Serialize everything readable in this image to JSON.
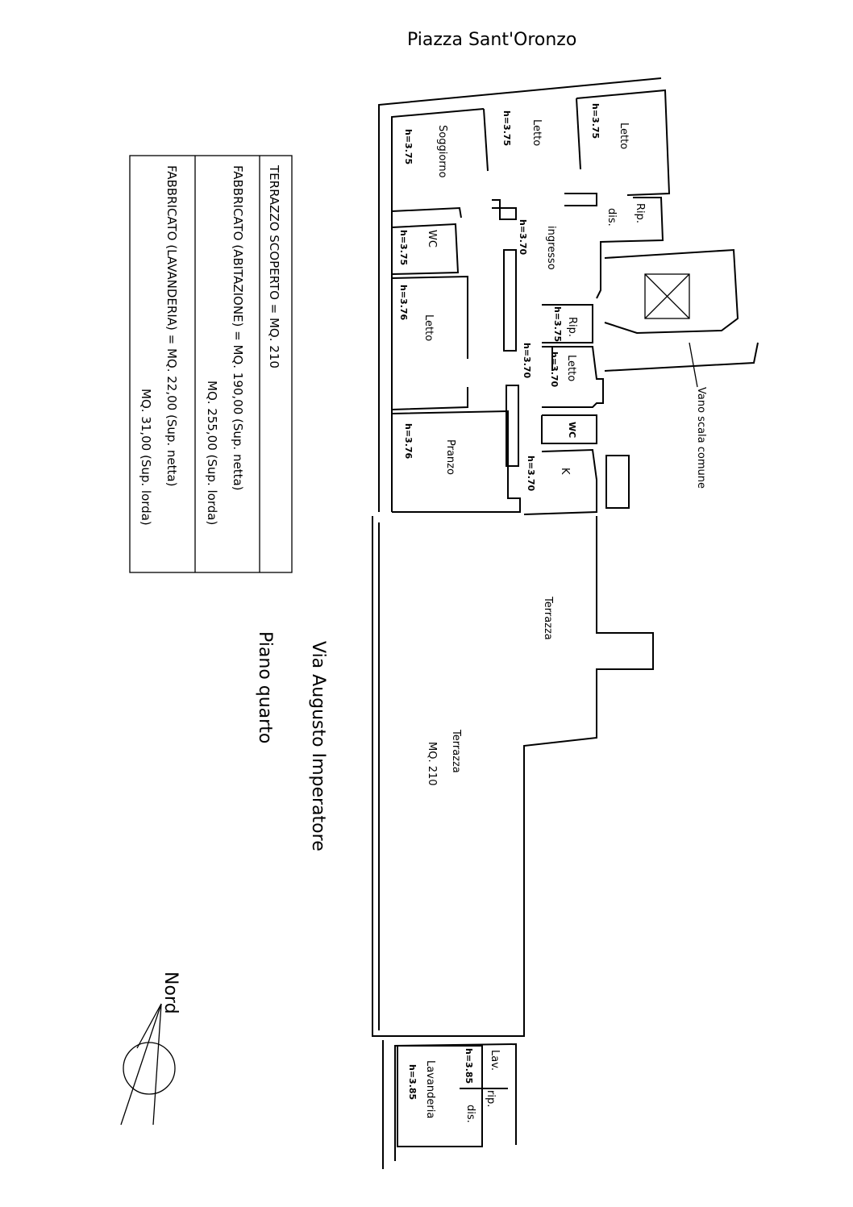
{
  "street_top": "Piazza Sant'Oronzo",
  "street_side": "Via Augusto Imperatore",
  "floor": "Piano quarto",
  "north": "Nord",
  "stair_label": "Vano scala comune",
  "legend": {
    "terrazzo": "TERRAZZO SCOPERTO = MQ. 210",
    "abitazione_netta": "FABBRICATO (ABITAZIONE) = MQ. 190,00 (Sup. netta)",
    "abitazione_lorda": "MQ. 255,00 (Sup. lorda)",
    "lavanderia_netta": "FABBRICATO (LAVANDERIA) = MQ. 22,00 (Sup. netta)",
    "lavanderia_lorda": "MQ. 31,00 (Sup. lorda)"
  },
  "rooms": {
    "soggiorno": "Soggiorno",
    "soggiorno_h": "h=3.75",
    "letto1": "Letto",
    "letto1_h": "h=3.75",
    "letto2": "Letto",
    "letto2_h": "h=3.75",
    "rip1": "Rip.",
    "dis1": "dis.",
    "wc1": "WC",
    "wc1_h": "h=3.75",
    "ingresso": "ingresso",
    "ingresso_h": "h=3.70",
    "letto3": "Letto",
    "letto3_h": "h=3.76",
    "rip2": "Rip.",
    "rip2_h": "h=3.75",
    "corridor_h": "h=3.70",
    "letto4": "Letto",
    "letto4_h": "h=3.70",
    "wc2": "WC",
    "pranzo": "Pranzo",
    "pranzo_h": "h=3.76",
    "k": "K",
    "k_h": "h=3.70",
    "terrazza1": "Terrazza",
    "terrazza2": "Terrazza",
    "terrazza2_area": "MQ. 210",
    "lav": "Lav.",
    "lav_h": "h=3.85",
    "lavanderia": "Lavanderia",
    "lavanderia_h": "h=3.85",
    "rip3": "rip.",
    "dis2": "dis."
  }
}
